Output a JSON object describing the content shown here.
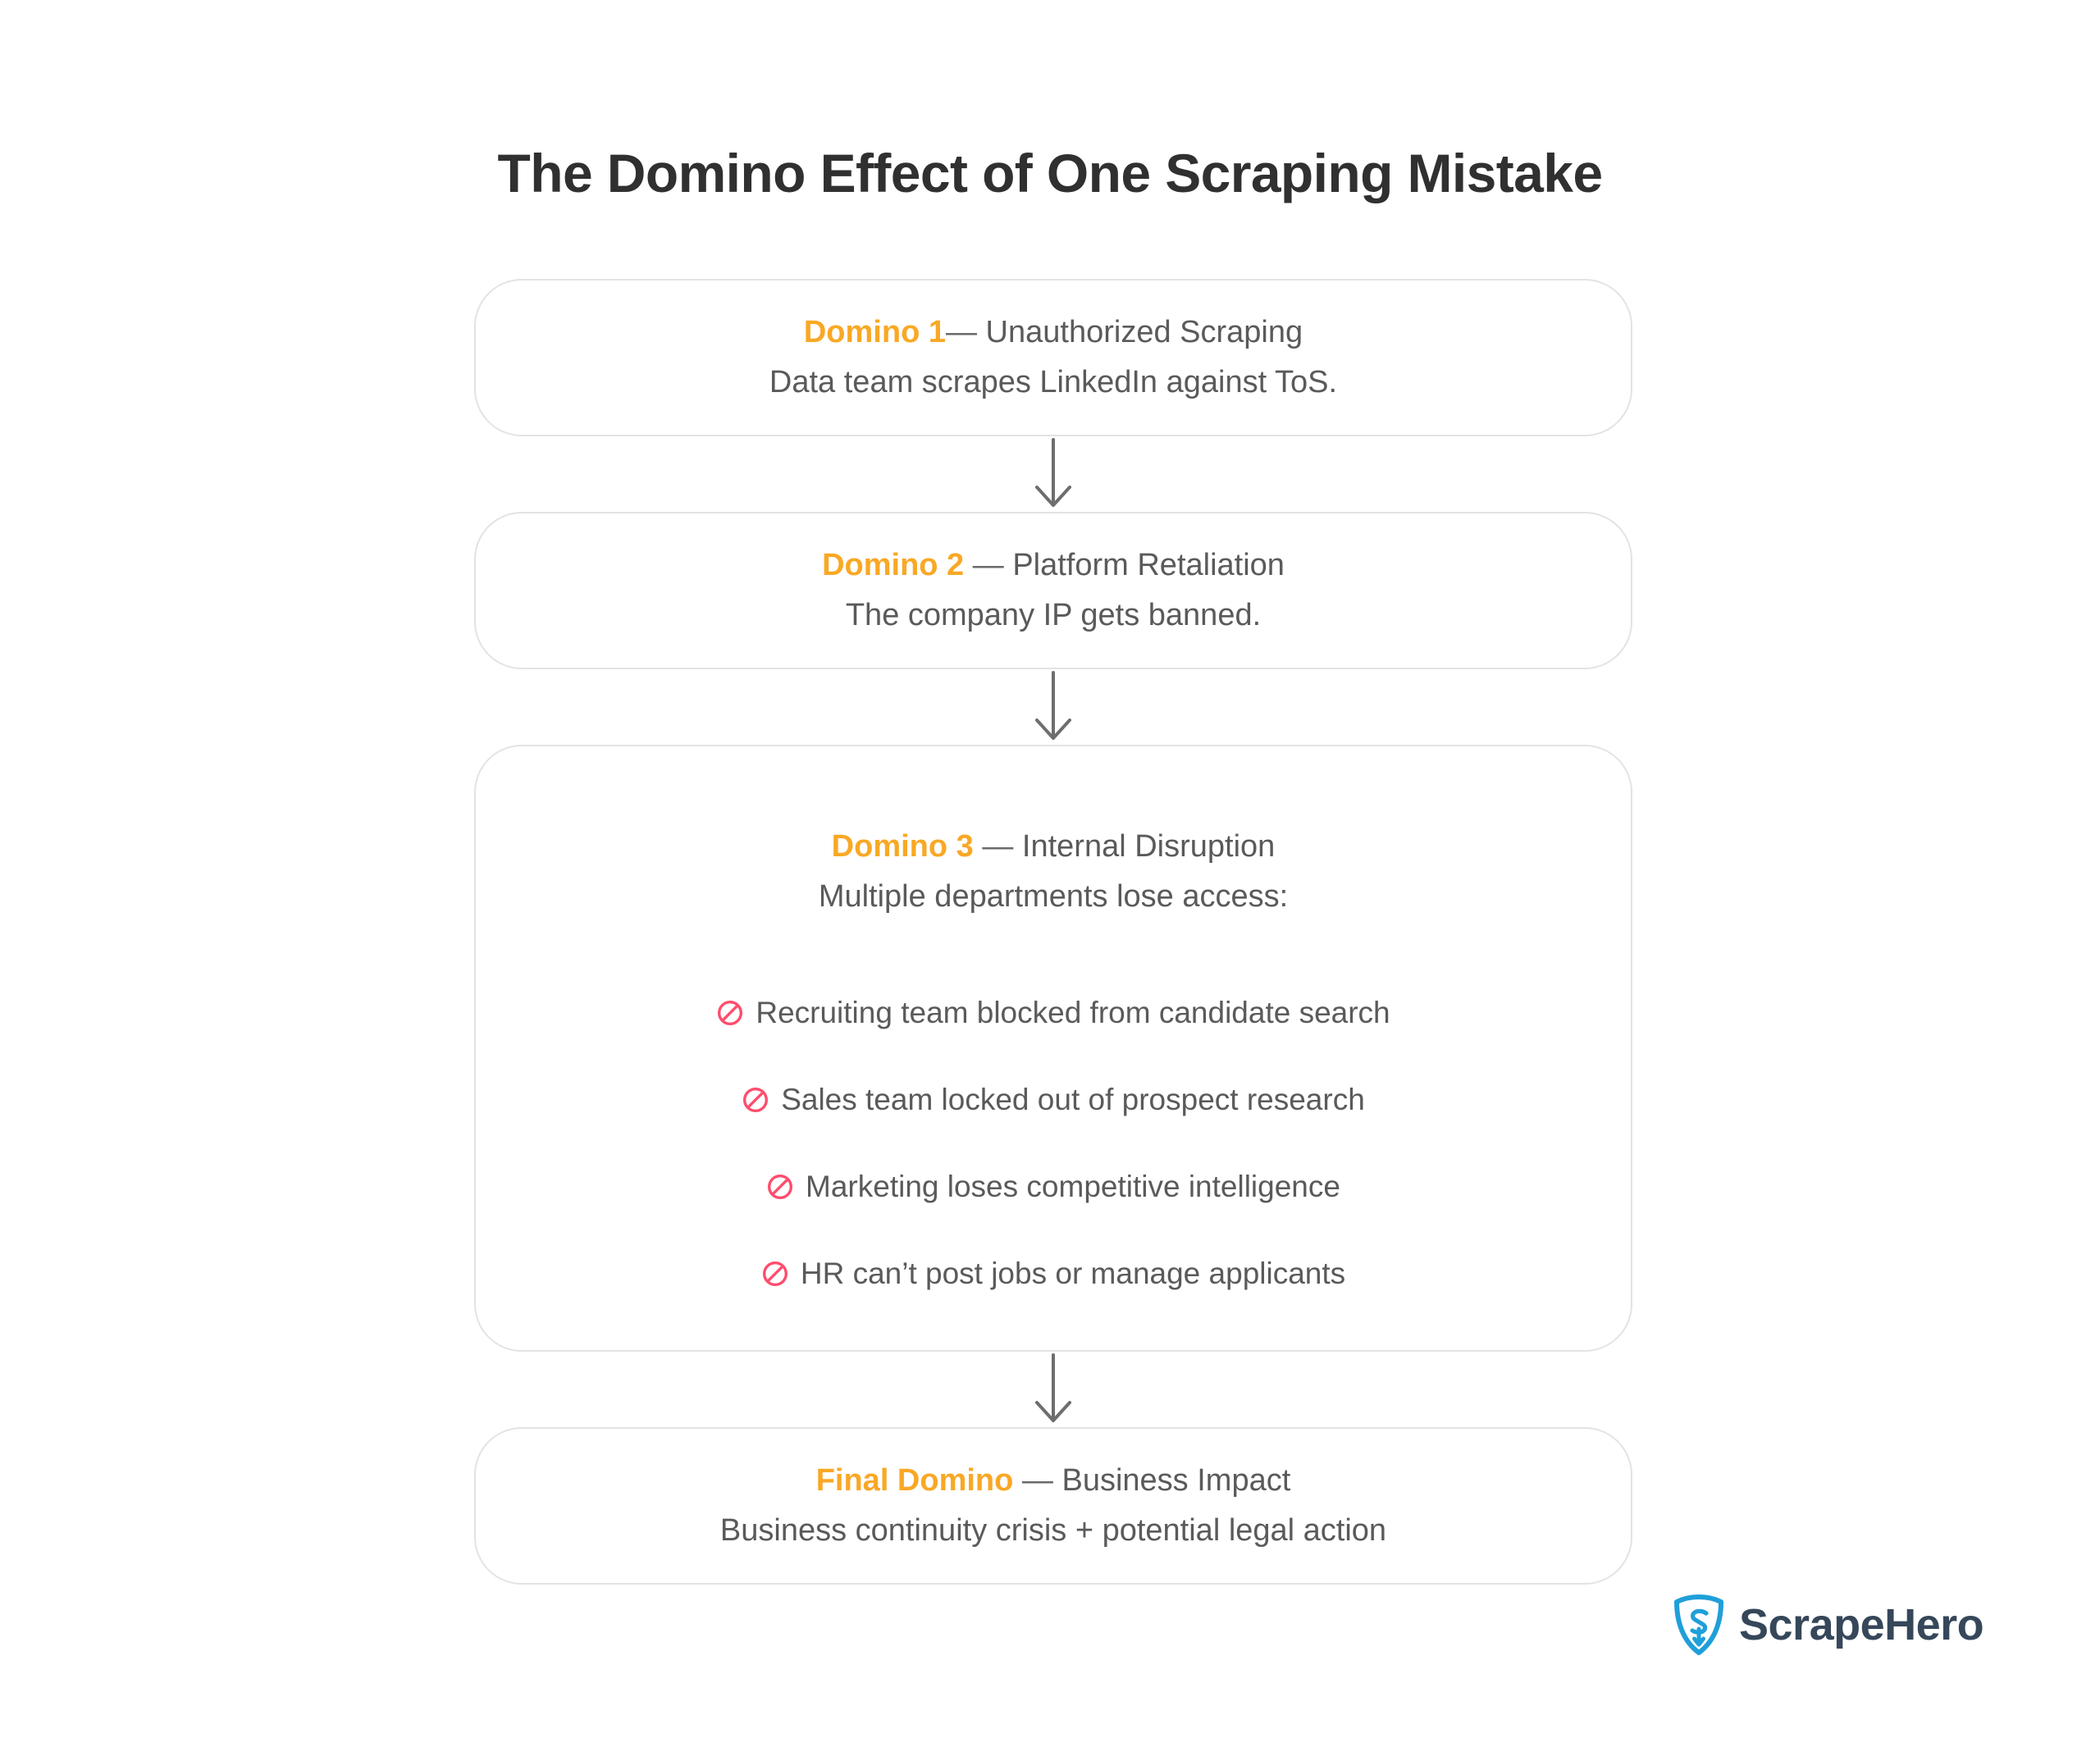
{
  "page": {
    "title": "The Domino Effect of One Scraping Mistake",
    "background_color": "#ffffff"
  },
  "colors": {
    "accent_orange": "#f9a825",
    "body_text": "#5a5a5a",
    "title_text": "#303030",
    "card_border": "#e3e3e3",
    "arrow": "#6e6e6e",
    "prohibited_icon": "#ff4d6d",
    "brand_shield": "#1f9fd9",
    "brand_text": "#36475a"
  },
  "flow": {
    "steps": [
      {
        "label": "Domino 1",
        "dash": "—",
        "heading_rest": "Unauthorized Scraping",
        "subtitle": "Data team scrapes LinkedIn against ToS.",
        "size": "small"
      },
      {
        "label": "Domino 2",
        "dash": "—",
        "heading_rest": "Platform Retaliation",
        "subtitle": "The company IP gets banned.",
        "size": "small"
      },
      {
        "label": "Domino 3",
        "dash": "—",
        "heading_rest": "Internal Disruption",
        "subtitle": "Multiple departments lose access:",
        "size": "large",
        "impacts": [
          {
            "icon": "prohibited-icon",
            "text": "Recruiting team blocked from candidate search"
          },
          {
            "icon": "prohibited-icon",
            "text": "Sales team locked out of prospect research"
          },
          {
            "icon": "prohibited-icon",
            "text": "Marketing loses competitive intelligence"
          },
          {
            "icon": "prohibited-icon",
            "text": "HR can’t post jobs or manage applicants"
          }
        ]
      },
      {
        "label": "Final Domino",
        "dash": "—",
        "heading_rest": "Business Impact",
        "subtitle": "Business continuity crisis + potential legal action",
        "size": "small"
      }
    ],
    "connector_icon": "arrow-down-icon",
    "connector_count": 3
  },
  "brand": {
    "name": "ScrapeHero",
    "mark_icon": "scrapehero-shield-icon"
  }
}
